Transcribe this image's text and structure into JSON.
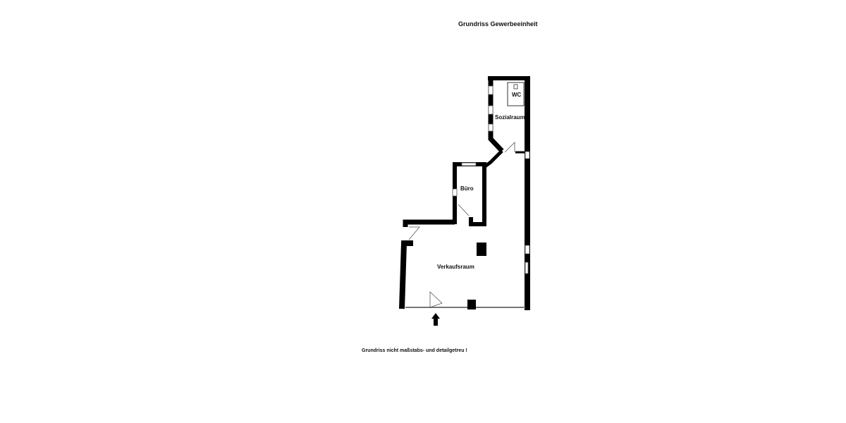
{
  "title": "Grundriss Gewerbeeinheit",
  "note": "Grundriss nicht maßstabs- und detailgetreu !",
  "rooms": {
    "wc": "WC",
    "sozialraum": "Sozialraum",
    "buero": "Büro",
    "verkaufsraum": "Verkaufsraum"
  },
  "icons": {
    "entrance": "entrance-arrow-icon"
  }
}
